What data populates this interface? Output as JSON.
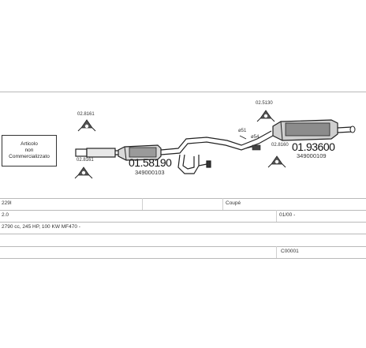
{
  "diagram": {
    "notice": [
      "Articolo",
      "non",
      "Commercializzato"
    ],
    "parts": {
      "hanger_top_left": "02.8161",
      "hanger_bottom_left": "02.8161",
      "hanger_top_right": "02.5130",
      "hanger_right": "02.8160",
      "middle_silencer_code": "01.58190",
      "middle_silencer_oe": "349000103",
      "rear_silencer_code": "01.93600",
      "rear_silencer_oe": "349000109",
      "pipe_diameter_1": "ø51",
      "pipe_diameter_2": "ø54"
    }
  },
  "info_rows": {
    "model": "229I",
    "body_type": "Coupé",
    "engine": "2.0",
    "date": "01/00 -",
    "specs": "2790 cc, 245 HP, 100 KW MF470 -",
    "ref": "C00001"
  },
  "colors": {
    "line": "#222222",
    "grid": "#b9b9b9",
    "part_fill": "#4a4a4a"
  }
}
